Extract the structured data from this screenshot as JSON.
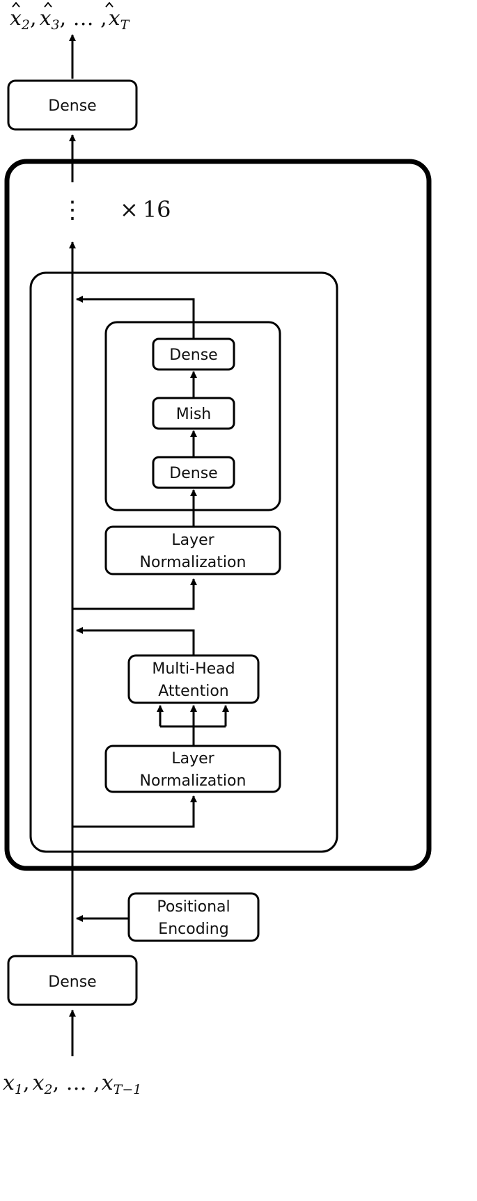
{
  "output_label": {
    "x": "x",
    "s2": "2",
    "s3": "3",
    "dots": ", … ,",
    "sT": "T",
    "sep": ","
  },
  "input_label": {
    "x": "x",
    "s1": "1",
    "s2": "2",
    "dots": ", … ,",
    "sT": "T−1",
    "sep": ","
  },
  "blocks": {
    "dense_top": "Dense",
    "dense_bottom": "Dense",
    "ff_dense_upper": "Dense",
    "ff_mish": "Mish",
    "ff_dense_lower": "Dense",
    "layer_norm_upper_line1": "Layer",
    "layer_norm_upper_line2": "Normalization",
    "mha_line1": "Multi-Head",
    "mha_line2": "Attention",
    "layer_norm_lower_line1": "Layer",
    "layer_norm_lower_line2": "Normalization",
    "pos_enc_line1": "Positional",
    "pos_enc_line2": "Encoding"
  },
  "repeat": {
    "symbol": "×",
    "count": "16",
    "ellipsis": "⋮"
  },
  "colors": {
    "stroke": "#000000",
    "fill": "#ffffff"
  }
}
